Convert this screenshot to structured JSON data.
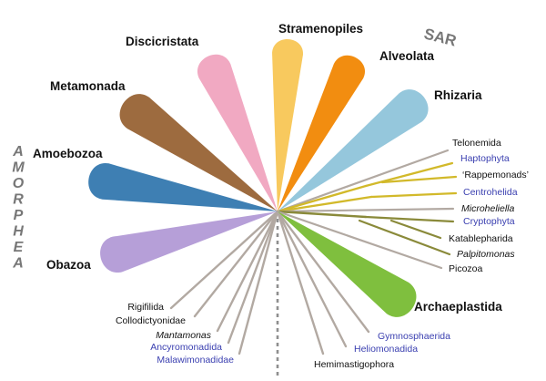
{
  "diagram": {
    "supergroups": {
      "sar": "SAR",
      "amorphea": "AMORPHEA"
    },
    "colors": {
      "line": "#b2a9a2",
      "yellow_lines": "#d2b92a",
      "olive_lines": "#8a8a3a",
      "dashed": "#8f8f8f"
    },
    "wedges": [
      {
        "id": "discicristata",
        "label": "Discicristata",
        "color": "#f1a9c2"
      },
      {
        "id": "stramenopiles",
        "label": "Stramenopiles",
        "color": "#f8c95e"
      },
      {
        "id": "alveolata",
        "label": "Alveolata",
        "color": "#f28d10"
      },
      {
        "id": "rhizaria",
        "label": "Rhizaria",
        "color": "#95c7dc"
      },
      {
        "id": "metamonada",
        "label": "Metamonada",
        "color": "#9d6b3f"
      },
      {
        "id": "amoebozoa",
        "label": "Amoebozoa",
        "color": "#3e7fb3"
      },
      {
        "id": "obazoa",
        "label": "Obazoa",
        "color": "#b69fd8"
      },
      {
        "id": "archaeplastida",
        "label": "Archaeplastida",
        "color": "#7fbf3e"
      }
    ],
    "branches": [
      {
        "id": "telonemida",
        "label": "Telonemida",
        "style": "plain"
      },
      {
        "id": "haptophyta",
        "label": "Haptophyta",
        "style": "accent"
      },
      {
        "id": "rappemonads",
        "label": "‘Rappemonads’",
        "style": "plain"
      },
      {
        "id": "centrohelida",
        "label": "Centrohelida",
        "style": "accent"
      },
      {
        "id": "microheliella",
        "label": "Microheliella",
        "style": "italic"
      },
      {
        "id": "cryptophyta",
        "label": "Cryptophyta",
        "style": "accent"
      },
      {
        "id": "katablepharida",
        "label": "Katablepharida",
        "style": "plain"
      },
      {
        "id": "palpitomonas",
        "label": "Palpitomonas",
        "style": "italic"
      },
      {
        "id": "picozoa",
        "label": "Picozoa",
        "style": "plain"
      },
      {
        "id": "rigifilida",
        "label": "Rigifilida",
        "style": "plain"
      },
      {
        "id": "collodictyonidae",
        "label": "Collodictyonidae",
        "style": "plain"
      },
      {
        "id": "mantamonas",
        "label": "Mantamonas",
        "style": "italic"
      },
      {
        "id": "ancyromonadida",
        "label": "Ancyromonadida",
        "style": "accent"
      },
      {
        "id": "malawimonadidae",
        "label": "Malawimonadidae",
        "style": "accent"
      },
      {
        "id": "hemimastigophora",
        "label": "Hemimastigophora",
        "style": "plain"
      },
      {
        "id": "heliomonadida",
        "label": "Heliomonadida",
        "style": "accent"
      },
      {
        "id": "gymnosphaerida",
        "label": "Gymnosphaerida",
        "style": "accent"
      }
    ]
  }
}
